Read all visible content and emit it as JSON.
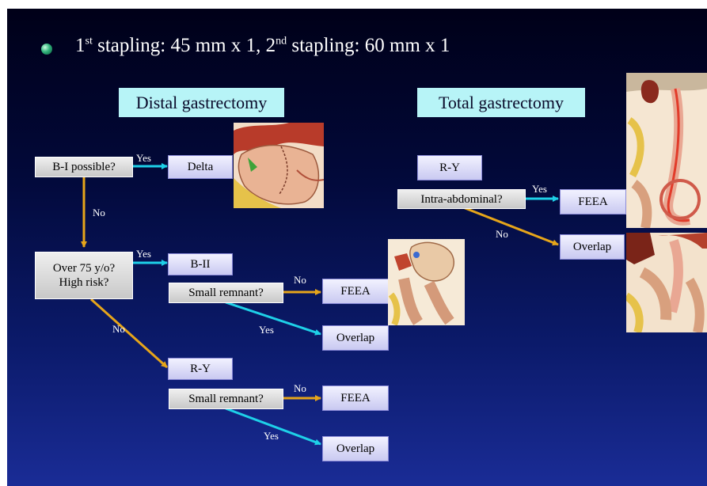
{
  "title": {
    "lead": "1",
    "sup1": "st",
    "mid": " stapling: 45 mm x 1, 2",
    "sup2": "nd",
    "tail": " stapling: 60 mm x 1"
  },
  "headers": {
    "distal": "Distal gastrectomy",
    "total": "Total gastrectomy"
  },
  "nodes": {
    "bi_possible": "B-I possible?",
    "delta": "Delta",
    "over75_line1": "Over 75 y/o?",
    "over75_line2": "High risk?",
    "bii": "B-II",
    "small_remnant_1": "Small remnant?",
    "feea_1": "FEEA",
    "overlap_1": "Overlap",
    "ry_distal": "R-Y",
    "small_remnant_2": "Small remnant?",
    "feea_2": "FEEA",
    "overlap_2": "Overlap",
    "ry_total": "R-Y",
    "intra_abdominal": "Intra-abdominal?",
    "feea_3": "FEEA",
    "overlap_3": "Overlap"
  },
  "edge_labels": {
    "bi_yes": "Yes",
    "bi_no": "No",
    "over75_yes": "Yes",
    "over75_no": "No",
    "sr1_no": "No",
    "sr1_yes": "Yes",
    "sr2_no": "No",
    "sr2_yes": "Yes",
    "intra_yes": "Yes",
    "intra_no": "No"
  },
  "colors": {
    "yes_arrow": "#1ed0e8",
    "no_arrow": "#e6a51a",
    "header_bg": "#b7f4f7"
  }
}
